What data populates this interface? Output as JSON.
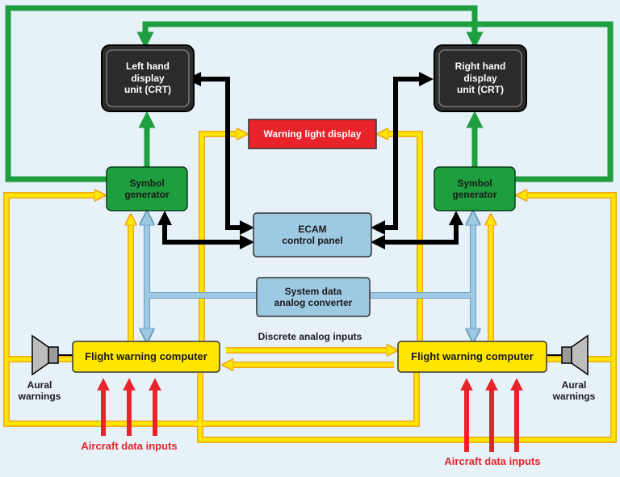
{
  "colors": {
    "green": "#1e9e3e",
    "yellow": "#ffe600",
    "yellow_outline": "#f2a71b",
    "blue": "#9ec9e2",
    "red": "#e8232a",
    "black": "#000000",
    "crt": "#2b2b2b",
    "background": "#e6f1f8"
  },
  "boxes": {
    "left_crt": "Left hand\ndisplay\nunit (CRT)",
    "right_crt": "Right hand\ndisplay\nunit (CRT)",
    "warning_light_display": "Warning light display",
    "left_symbol_generator": "Symbol\ngenerator",
    "right_symbol_generator": "Symbol\ngenerator",
    "ecam_control_panel": "ECAM\ncontrol panel",
    "system_data_converter": "System data\nanalog converter",
    "left_fwc": "Flight warning computer",
    "right_fwc": "Flight warning computer"
  },
  "labels": {
    "discrete_inputs": "Discrete analog inputs",
    "aural_left": "Aural\nwarnings",
    "aural_right": "Aural\nwarnings",
    "aircraft_inputs_left": "Aircraft data inputs",
    "aircraft_inputs_right": "Aircraft data inputs"
  },
  "icons": [
    "speaker-icon-left",
    "speaker-icon-right"
  ]
}
